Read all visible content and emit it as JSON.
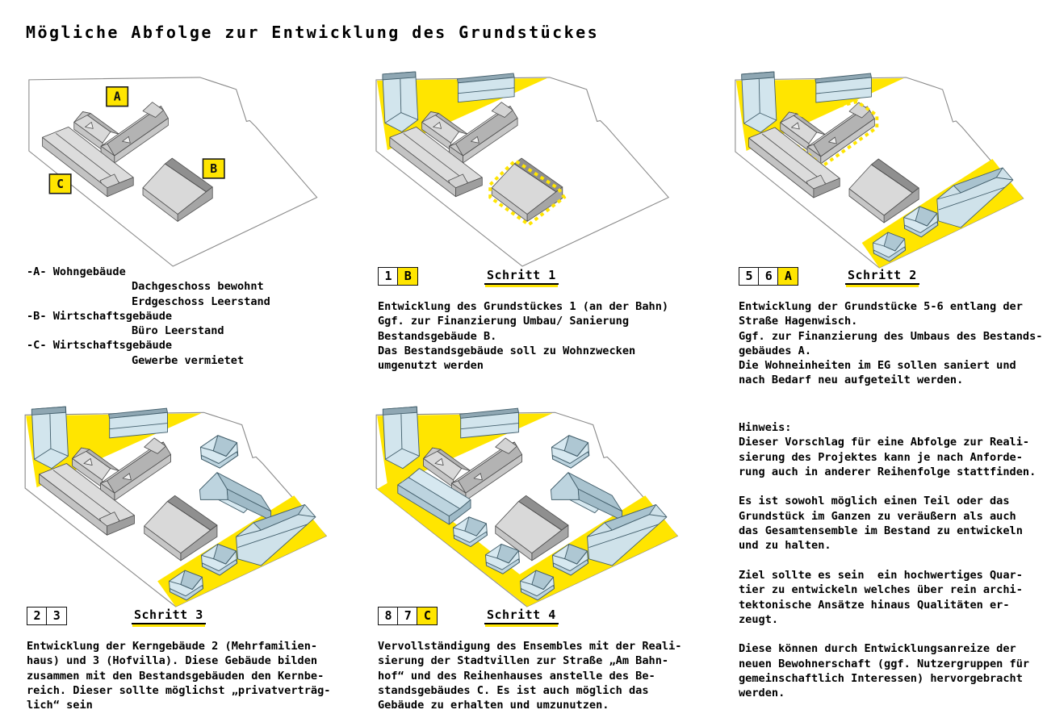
{
  "title": "Mögliche Abfolge zur Entwicklung des Grundstückes",
  "colors": {
    "accent_yellow": "#ffe500",
    "building_blue": "#d2e5ed",
    "building_gray": "#d9d9d9",
    "boundary_gray": "#8a8a8a"
  },
  "site_labels": {
    "a": "A",
    "b": "B",
    "c": "C"
  },
  "legend": {
    "items": [
      {
        "key": "-A-",
        "name": "Wohngebäude",
        "details": [
          "Dachgeschoss bewohnt",
          "Erdgeschoss Leerstand"
        ]
      },
      {
        "key": "-B-",
        "name": "Wirtschaftsgebäude",
        "details": [
          "Büro Leerstand"
        ]
      },
      {
        "key": "-C-",
        "name": "Wirtschaftsgebäude",
        "details": [
          "Gewerbe vermietet"
        ]
      }
    ]
  },
  "steps": [
    {
      "chips": [
        "1",
        "B"
      ],
      "highlight_chip": "B",
      "heading": "Schritt 1",
      "text": "Entwicklung des Grundstückes 1 (an der Bahn)\nGgf. zur Finanzierung Umbau/ Sanierung\nBestandsgebäude B.\nDas Bestandsgebäude soll zu Wohnzwecken\numgenutzt werden"
    },
    {
      "chips": [
        "5",
        "6",
        "A"
      ],
      "highlight_chip": "A",
      "heading": "Schritt 2",
      "text": "Entwicklung der Grundstücke 5-6 entlang der\nStraße Hagenwisch.\nGgf. zur Finanzierung des Umbaus des Bestands-\ngebäudes A.\nDie Wohneinheiten im EG sollen saniert und\nnach Bedarf neu aufgeteilt werden."
    },
    {
      "chips": [
        "2",
        "3"
      ],
      "highlight_chip": "",
      "heading": "Schritt 3",
      "text": "Entwicklung der Kerngebäude 2 (Mehrfamilien-\nhaus) und 3 (Hofvilla). Diese Gebäude bilden\nzusammen mit den Bestandsgebäuden den Kernbe-\nreich. Dieser sollte möglichst „privatverträg-\nlich“ sein"
    },
    {
      "chips": [
        "8",
        "7",
        "C"
      ],
      "highlight_chip": "C",
      "heading": "Schritt 4",
      "text": "Vervollständigung des Ensembles mit der Reali-\nsierung der Stadtvillen zur Straße „Am Bahn-\nhof“ und des Reihenhauses anstelle des Be-\nstandsgebäudes C. Es ist auch möglich das\nGebäude zu erhalten und umzunutzen."
    }
  ],
  "hinweis": {
    "heading": "Hinweis:",
    "paragraphs": [
      "Dieser Vorschlag für eine Abfolge zur Reali-\nsierung des Projektes kann je nach Anforde-\nrung auch in anderer Reihenfolge stattfinden.",
      "Es ist sowohl möglich einen Teil oder das\nGrundstück im Ganzen zu veräußern als auch\ndas Gesamtensemble im Bestand zu entwickeln\nund zu halten.",
      "Ziel sollte es sein  ein hochwertiges Quar-\ntier zu entwickeln welches über rein archi-\ntektonische Ansätze hinaus Qualitäten er-\nzeugt.",
      "Diese können durch Entwicklungsanreize der\nneuen Bewohnerschaft (ggf. Nutzergruppen für\ngemeinschaftlich Interessen) hervorgebracht\nwerden."
    ]
  }
}
